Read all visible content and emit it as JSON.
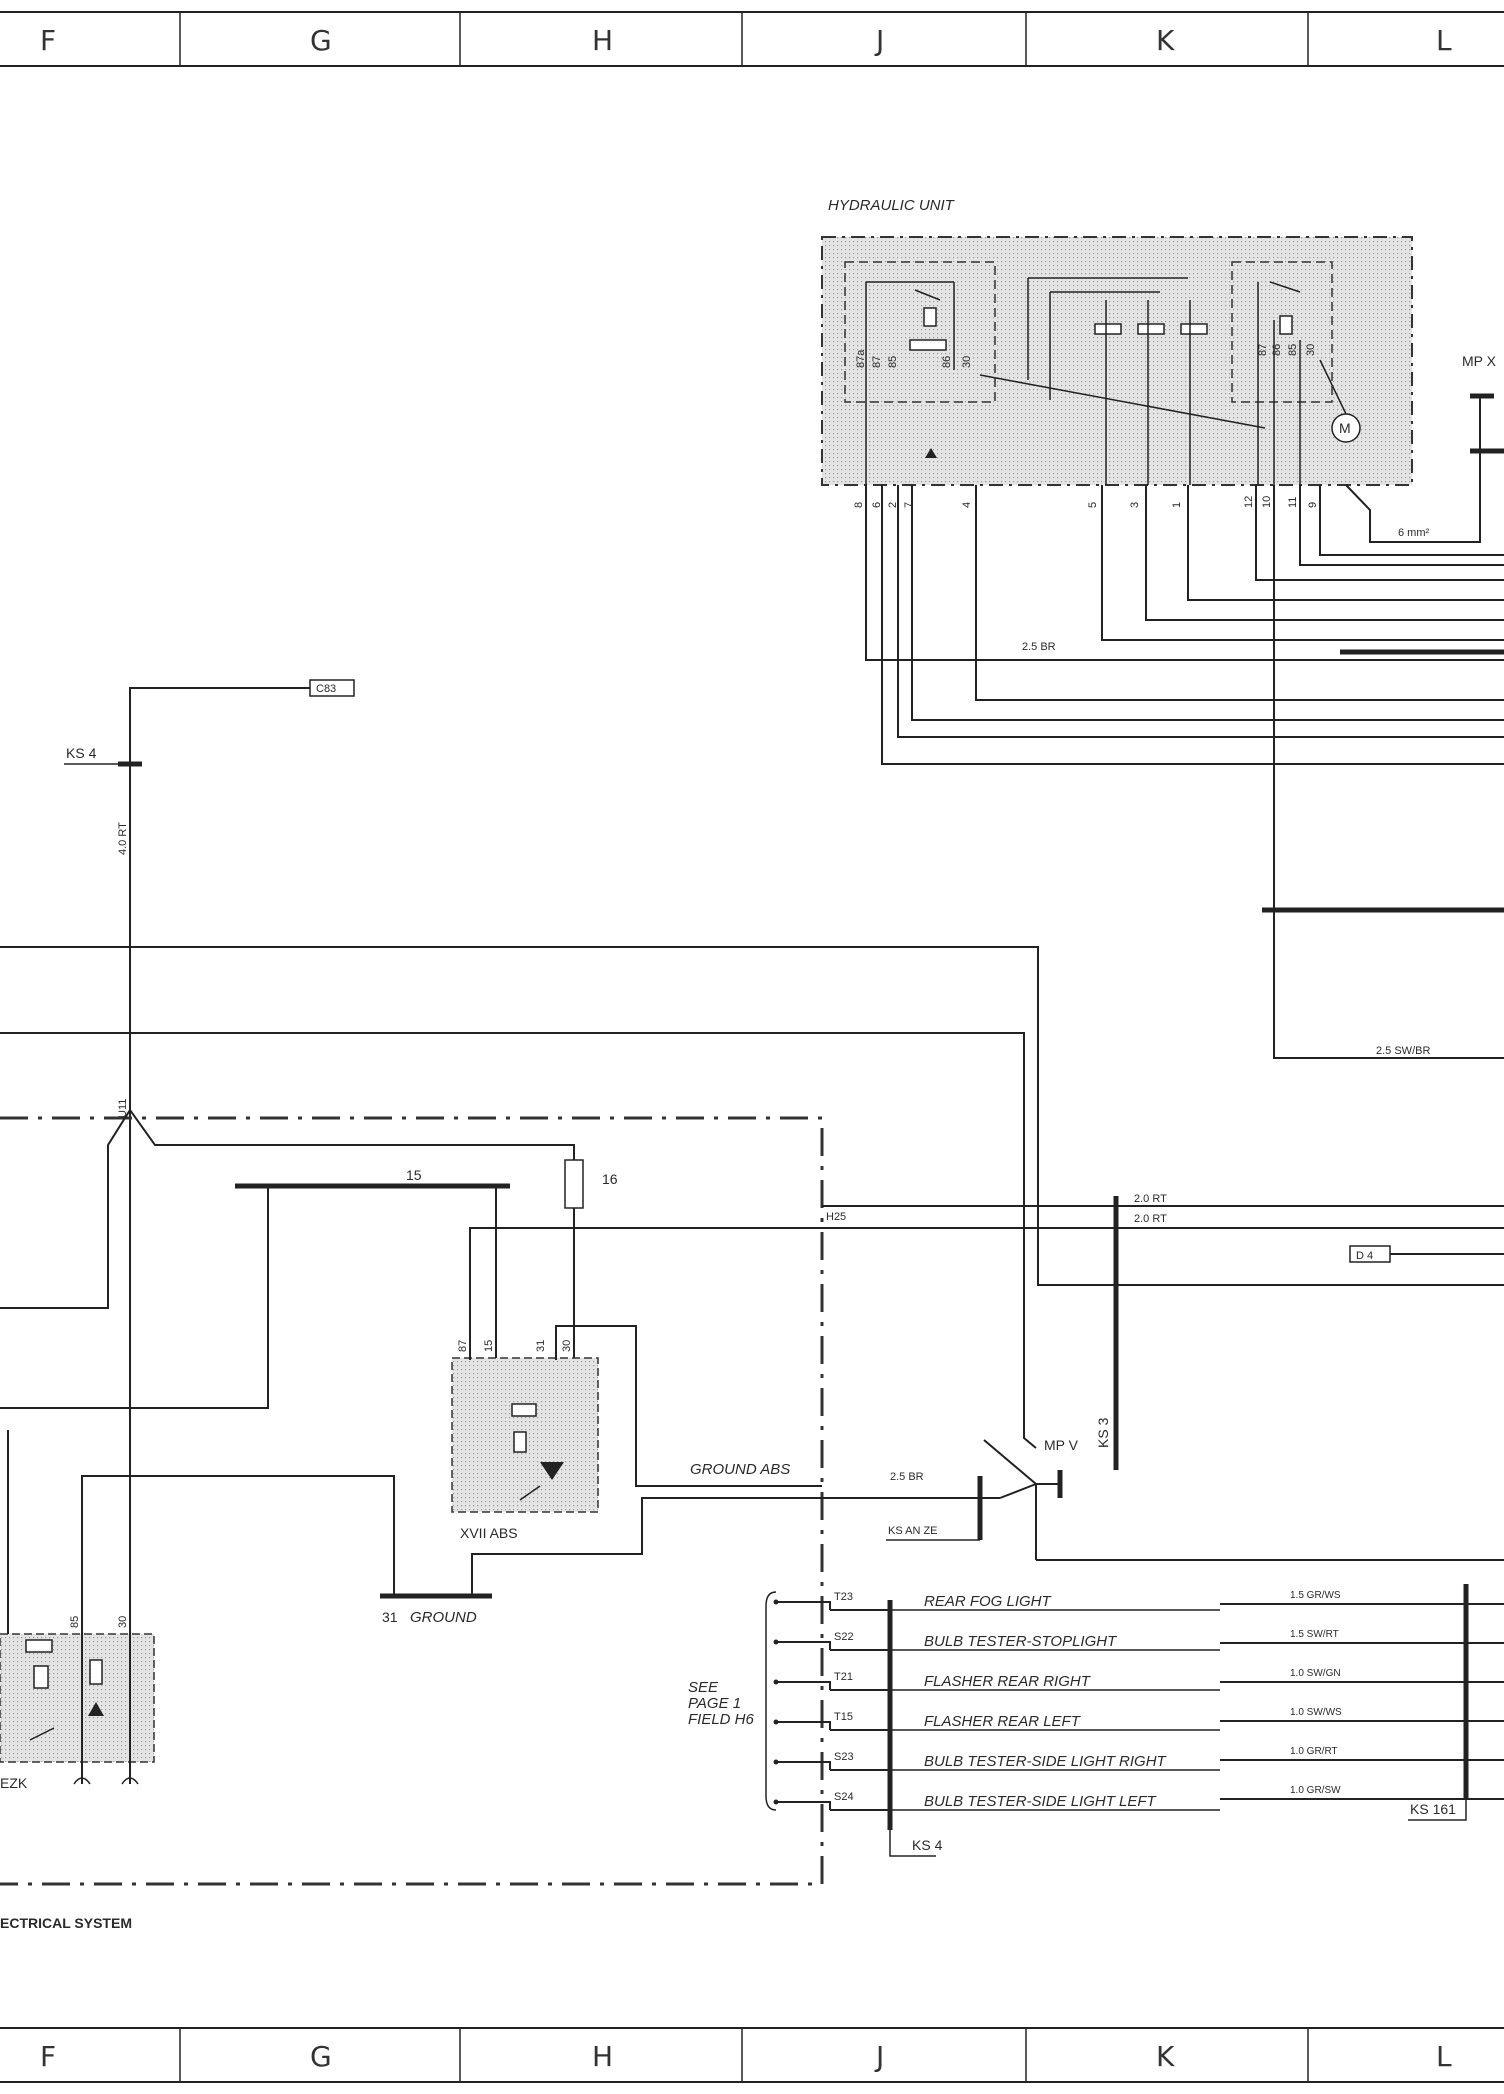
{
  "grid_columns": [
    "F",
    "G",
    "H",
    "J",
    "K",
    "L"
  ],
  "components": {
    "hydraulic_unit": "HYDRAULIC UNIT",
    "hydraulic_pins_top_left": [
      "87a",
      "87",
      "85",
      "86",
      "30"
    ],
    "hydraulic_pins_top_right": [
      "87",
      "86",
      "85",
      "30"
    ],
    "hydraulic_pins_bottom": [
      "8",
      "6",
      "2",
      "7",
      "4",
      "5",
      "3",
      "1",
      "12",
      "10",
      "11",
      "9"
    ],
    "relay_abs": "XVII ABS",
    "relay_abs_pins": [
      "87",
      "15",
      "31",
      "30"
    ],
    "relay_ezk": "EZK",
    "relay_ezk_pins": [
      "85",
      "30"
    ],
    "fuse_number": "16",
    "bus_15": "15",
    "ground_31": "31",
    "ground_label": "GROUND",
    "ground_abs": "GROUND ABS",
    "electrical_system": "ECTRICAL SYSTEM",
    "see_note": [
      "SEE",
      "PAGE 1",
      "FIELD H6"
    ]
  },
  "points": {
    "mp_x": "MP X",
    "mp_v": "MP V",
    "ks4_top": "KS 4",
    "ks3": "KS 3",
    "ks_an_ze": "KS AN ZE",
    "ks4_bottom": "KS 4",
    "ks161": "KS 161",
    "c83": "C83",
    "d4": "D 4",
    "u11": "U11",
    "h25": "H25"
  },
  "wire_labels": {
    "w40rt": "4.0 RT",
    "w25br_top": "2.5 BR",
    "w6mm": "6 mm²",
    "w25swbr": "2.5 SW/BR",
    "w20rt_a": "2.0 RT",
    "w20rt_b": "2.0 RT",
    "w25br_bottom": "2.5 BR"
  },
  "signals": [
    {
      "pin": "T23",
      "label": "REAR FOG LIGHT",
      "wire": "1.5 GR/WS"
    },
    {
      "pin": "S22",
      "label": "BULB TESTER-STOPLIGHT",
      "wire": "1.5 SW/RT"
    },
    {
      "pin": "T21",
      "label": "FLASHER REAR RIGHT",
      "wire": "1.0 SW/GN"
    },
    {
      "pin": "T15",
      "label": "FLASHER REAR LEFT",
      "wire": "1.0 SW/WS"
    },
    {
      "pin": "S23",
      "label": "BULB TESTER-SIDE LIGHT RIGHT",
      "wire": "1.0 GR/RT"
    },
    {
      "pin": "S24",
      "label": "BULB TESTER-SIDE LIGHT LEFT",
      "wire": "1.0 GR/SW"
    }
  ]
}
